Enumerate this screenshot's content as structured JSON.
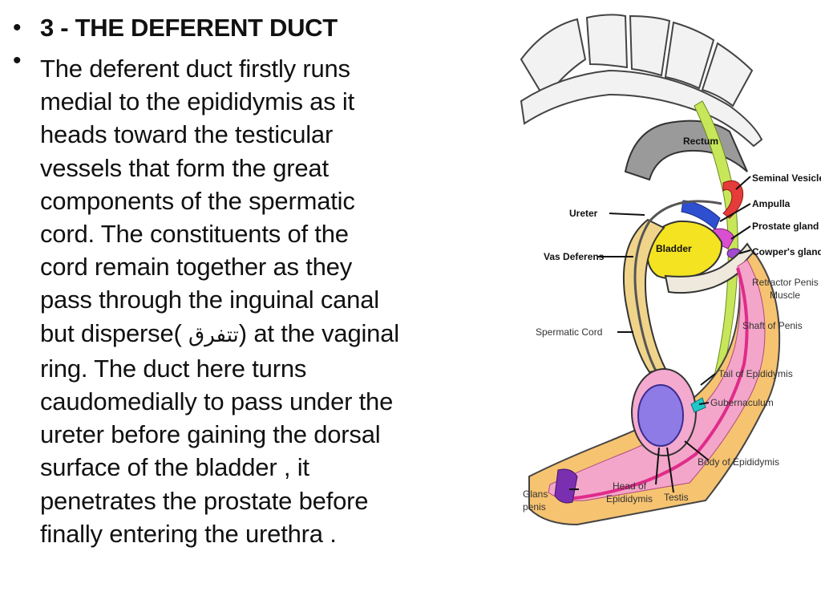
{
  "slide": {
    "heading": "3 - THE DEFERENT DUCT",
    "paragraph_lines": [
      "The deferent duct firstly  runs",
      "medial to the epididymis as it",
      "heads toward the testicular",
      "vessels that form the great",
      "components of the spermatic",
      "cord. The constituents of the",
      "cord remain together as they",
      "pass through the inguinal canal",
      "but disperse( ",
      ") at the vaginal",
      "ring. The duct here turns",
      "caudomedially to pass under the",
      "ureter before gaining the dorsal",
      "surface of the bladder ,  it",
      "penetrates the prostate before",
      "finally entering the urethra ."
    ],
    "arabic_word": "تتفرق",
    "bullet_glyph": "•"
  },
  "figure": {
    "labels": {
      "rectum": "Rectum",
      "seminal_vesicles": "Seminal Vesicles",
      "ampulla": "Ampulla",
      "prostate_gland": "Prostate gland",
      "cowpers_gland": "Cowper's gland",
      "retractor_penis_1": "Retractor Penis",
      "retractor_penis_2": "Muscle",
      "shaft_of_penis": "Shaft of Penis",
      "ureter": "Ureter",
      "vas_deferens": "Vas Deferens",
      "bladder": "Bladder",
      "spermatic_cord": "Spermatic Cord",
      "tail_of_epididymis": "Tail of Epididymis",
      "gubernaculum": "Gubernaculum",
      "body_of_epididymis": "Body of Epididymis",
      "glans_penis_1": "Glans",
      "glans_penis_2": "penis",
      "head_of_epididymis_1": "Head of",
      "head_of_epididymis_2": "Epididymis",
      "testis": "Testis"
    }
  }
}
